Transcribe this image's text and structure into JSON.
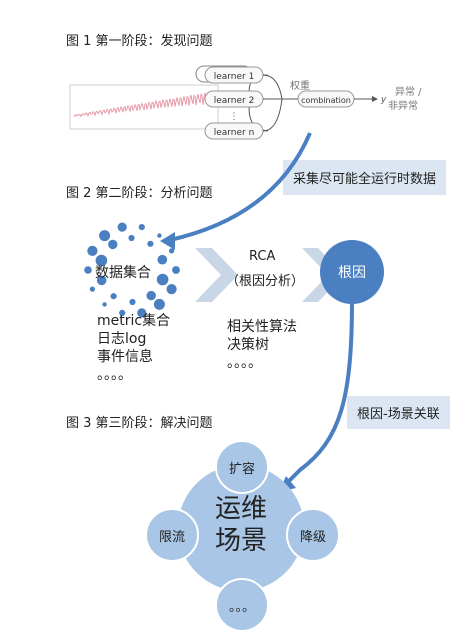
{
  "stage1": {
    "title": "图 1 第一阶段：发现问题",
    "learners": [
      "learner 1",
      "learner 2",
      "learner n"
    ],
    "ellipsis": "⋮",
    "weight_label": "权重",
    "combination_label": "combination",
    "output_symbol": "y",
    "output_label_line1": "异常 /",
    "output_label_line2": "非异常"
  },
  "collect_box": "采集尽可能全运行时数据",
  "stage2": {
    "title": "图 2 第二阶段：分析问题",
    "data_cluster_label": "数据集合",
    "data_items": [
      "metric集合",
      "日志log",
      "事件信息",
      "。。。。"
    ],
    "rca_line1": "RCA",
    "rca_line2": "（根因分析）",
    "methods": [
      "相关性算法",
      "决策树",
      "。。。。"
    ],
    "root_cause_label": "根因"
  },
  "link_box": "根因-场景关联",
  "stage3": {
    "title": "图 3 第三阶段：解决问题",
    "center_line1": "运维",
    "center_line2": "场景",
    "satellite_top": "扩容",
    "satellite_left": "限流",
    "satellite_right": "降级",
    "satellite_bottom": "。。。"
  },
  "colors": {
    "primary_blue": "#4a7fc1",
    "light_blue": "#a9c6e6",
    "pale_blue": "#dbe6f2",
    "chevron": "#c8d6e6",
    "wave": "#e89aa8"
  }
}
